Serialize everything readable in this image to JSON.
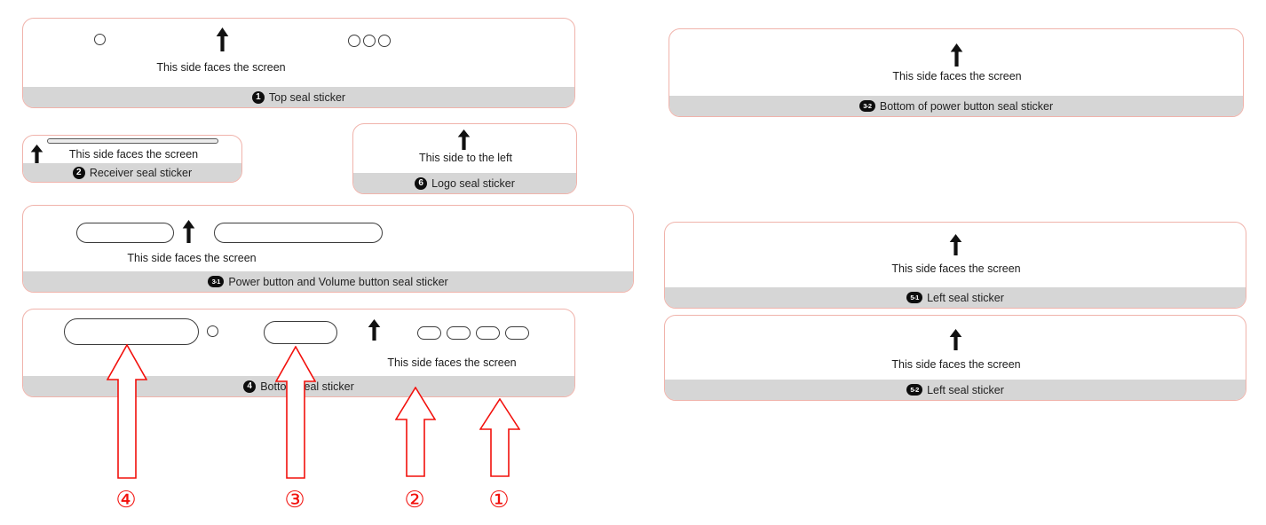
{
  "diagram": {
    "description": "Seal sticker placement diagram",
    "colors": {
      "sticker_border": "#f0b3ab",
      "band_background": "#d6d6d6",
      "badge_background": "#0d0d0d",
      "badge_text": "#ffffff",
      "callout_red": "#f2100c",
      "cutout_stroke": "#3c3c3c",
      "text": "#1b1b1b"
    }
  },
  "stickers": {
    "top": {
      "badge": "1",
      "label": "Top seal sticker",
      "note": "This side faces the screen"
    },
    "receiver": {
      "badge": "2",
      "label": "Receiver seal sticker",
      "note": "This side faces the screen"
    },
    "logo": {
      "badge": "6",
      "label": "Logo seal sticker",
      "note": "This side to the left"
    },
    "power_volume": {
      "badge": "3-1",
      "label": "Power button and Volume button seal sticker",
      "note": "This side faces the screen"
    },
    "bottom": {
      "badge": "4",
      "label": "Bottom seal sticker",
      "note": "This side faces the screen"
    },
    "bottom_power": {
      "badge": "3-2",
      "label": "Bottom of power button seal sticker",
      "note": "This side faces the screen"
    },
    "left_1": {
      "badge": "5-1",
      "label": "Left seal sticker",
      "note": "This side faces the screen"
    },
    "left_2": {
      "badge": "5-2",
      "label": "Left seal sticker",
      "note": "This side faces the screen"
    }
  },
  "callouts": {
    "c4": "④",
    "c3": "③",
    "c2": "②",
    "c1": "①"
  }
}
